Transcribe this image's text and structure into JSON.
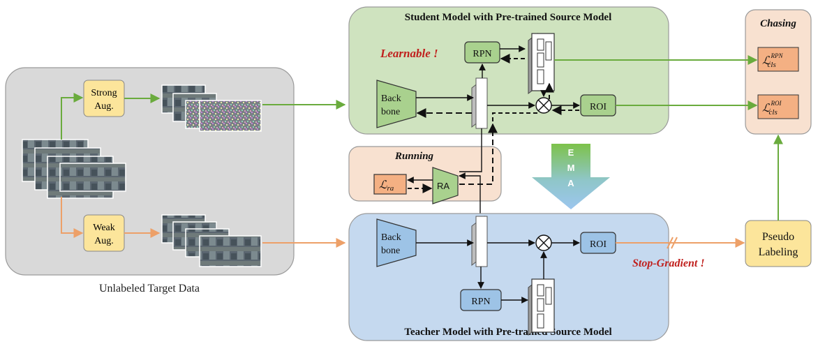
{
  "source_panel": {
    "caption": "Unlabeled Target Data",
    "strong_aug": [
      "Strong",
      "Aug."
    ],
    "weak_aug": [
      "Weak",
      "Aug."
    ]
  },
  "student": {
    "title": "Student Model with Pre-trained Source Model",
    "learnable": "Learnable !",
    "backbone": [
      "Back",
      "bone"
    ],
    "rpn": "RPN",
    "roi": "ROI"
  },
  "running": {
    "title": "Running",
    "loss": "ℒ",
    "loss_sub": "ra",
    "ra": "RA"
  },
  "ema": {
    "letters": [
      "E",
      "M",
      "A"
    ]
  },
  "teacher": {
    "title": "Teacher Model with Pre-trained Source Model",
    "backbone": [
      "Back",
      "bone"
    ],
    "rpn": "RPN",
    "roi": "ROI",
    "stop_gradient": "Stop-Gradient !"
  },
  "chasing": {
    "title": "Chasing",
    "loss_rpn": "ℒ",
    "loss_rpn_sup": "RPN",
    "loss_rpn_sub": "cls",
    "loss_roi": "ℒ",
    "loss_roi_sup": "ROI",
    "loss_roi_sub": "cls"
  },
  "pseudo": {
    "lines": [
      "Pseudo",
      "Labeling"
    ]
  },
  "colors": {
    "student_bg": "#cfe3bf",
    "teacher_bg": "#c5d9ef",
    "running_bg": "#f8e1d0",
    "source_bg": "#d9d9d9",
    "aug_box": "#fce59b",
    "green_arrow": "#6aab3d",
    "orange_arrow": "#eda068",
    "red_text": "#c0201d"
  }
}
